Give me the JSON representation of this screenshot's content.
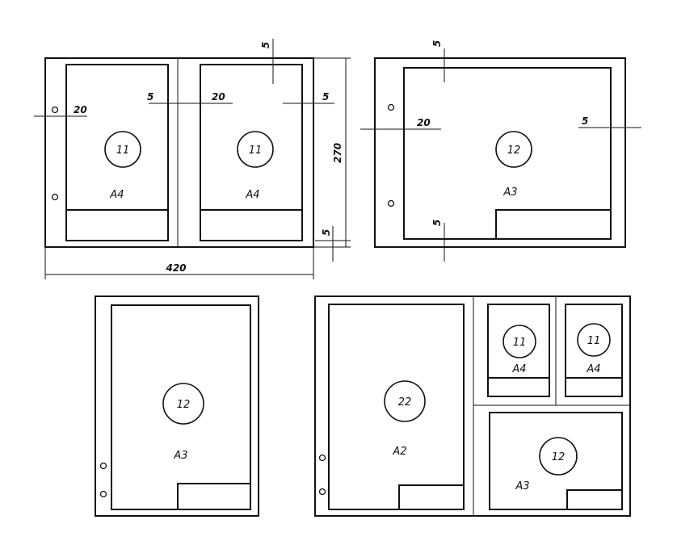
{
  "dimensions": {
    "margin_left": "20",
    "margin_inner": "5",
    "inner_left": "20",
    "margin_right": "5",
    "margin_top": "5",
    "height": "270",
    "margin_bottom": "5",
    "width": "420",
    "a3_margin_top": "5",
    "a3_margin_left": "20",
    "a3_margin_right": "5",
    "a3_margin_bottom": "5"
  },
  "sheets": {
    "top_left_a": {
      "number": "11",
      "format": "A4"
    },
    "top_left_b": {
      "number": "11",
      "format": "A4"
    },
    "top_right": {
      "number": "12",
      "format": "A3"
    },
    "bottom_left": {
      "number": "12",
      "format": "A3"
    },
    "bottom_right_main": {
      "number": "22",
      "format": "A2"
    },
    "bottom_right_a4a": {
      "number": "11",
      "format": "A4"
    },
    "bottom_right_a4b": {
      "number": "11",
      "format": "A4"
    },
    "bottom_right_a3": {
      "number": "12",
      "format": "A3"
    }
  }
}
